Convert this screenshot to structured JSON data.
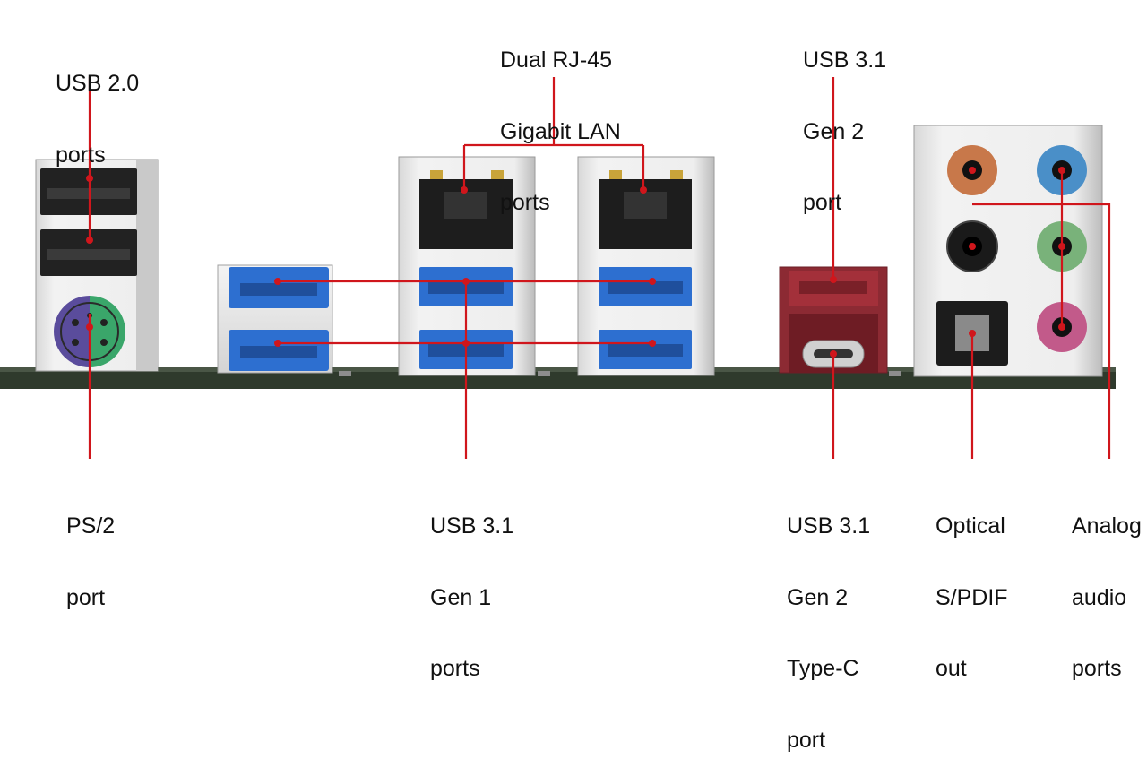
{
  "colors": {
    "leader_line": "#d0161c",
    "usb3_blue": "#2d6fd0",
    "usb31_gen2_red": "#a3303a",
    "ps2_purple": "#5a4c9c",
    "ps2_green": "#3aa66a",
    "jack_orange": "#c8784a",
    "jack_blue": "#4a8fc8",
    "jack_black": "#1a1a1a",
    "jack_green": "#79b27a",
    "jack_pink": "#c25a8a",
    "pcb_green": "#2f3a2c"
  },
  "labels": {
    "usb20": [
      "USB 2.0",
      "ports"
    ],
    "rj45": [
      "Dual RJ-45",
      "Gigabit LAN",
      "ports"
    ],
    "usb31_gen2": [
      "USB 3.1",
      "Gen 2",
      "port"
    ],
    "ps2": [
      "PS/2",
      "port"
    ],
    "usb31_gen1": [
      "USB 3.1",
      "Gen 1",
      "ports"
    ],
    "usb31_gen2_typec": [
      "USB 3.1",
      "Gen 2",
      "Type-C",
      "port"
    ],
    "optical": [
      "Optical",
      "S/PDIF",
      "out"
    ],
    "analog": [
      "Analog",
      "audio",
      "ports"
    ]
  }
}
